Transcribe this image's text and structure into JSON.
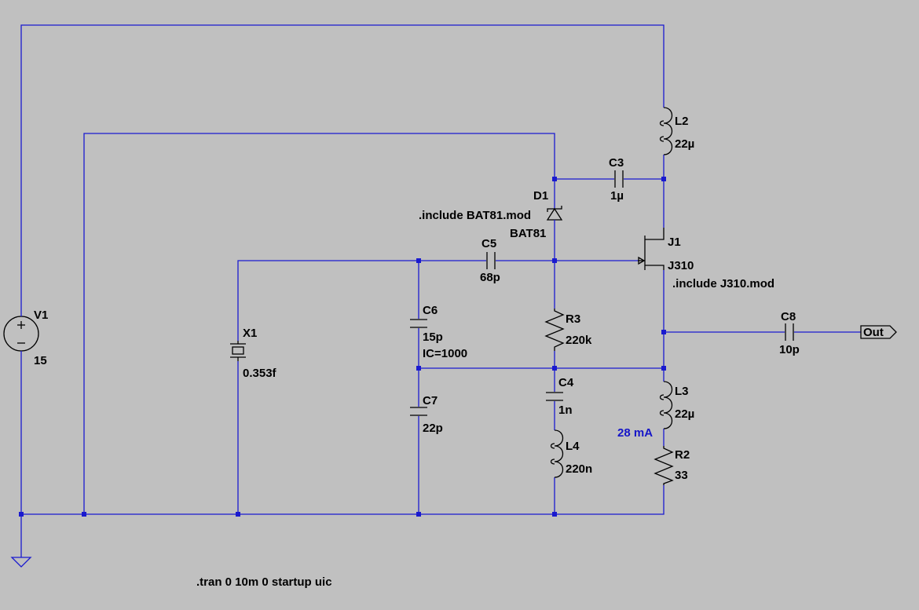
{
  "components": {
    "V1": {
      "ref": "V1",
      "value": "15"
    },
    "X1": {
      "ref": "X1",
      "value": "0.353f"
    },
    "C3": {
      "ref": "C3",
      "value": "1µ"
    },
    "C5": {
      "ref": "C5",
      "value": "68p"
    },
    "C6": {
      "ref": "C6",
      "value": "15p",
      "ic": "IC=1000"
    },
    "C7": {
      "ref": "C7",
      "value": "22p"
    },
    "C4": {
      "ref": "C4",
      "value": "1n"
    },
    "C8": {
      "ref": "C8",
      "value": "10p"
    },
    "L2": {
      "ref": "L2",
      "value": "22µ"
    },
    "L3": {
      "ref": "L3",
      "value": "22µ"
    },
    "L4": {
      "ref": "L4",
      "value": "220n"
    },
    "R2": {
      "ref": "R2",
      "value": "33"
    },
    "R3": {
      "ref": "R3",
      "value": "220k"
    },
    "D1": {
      "ref": "D1",
      "value": "BAT81",
      "include": ".include BAT81.mod"
    },
    "J1": {
      "ref": "J1",
      "value": "J310",
      "include": ".include J310.mod"
    }
  },
  "net_label_out": "Out",
  "current_annotation": "28 mA",
  "sim_directive": ".tran 0 10m 0 startup uic"
}
